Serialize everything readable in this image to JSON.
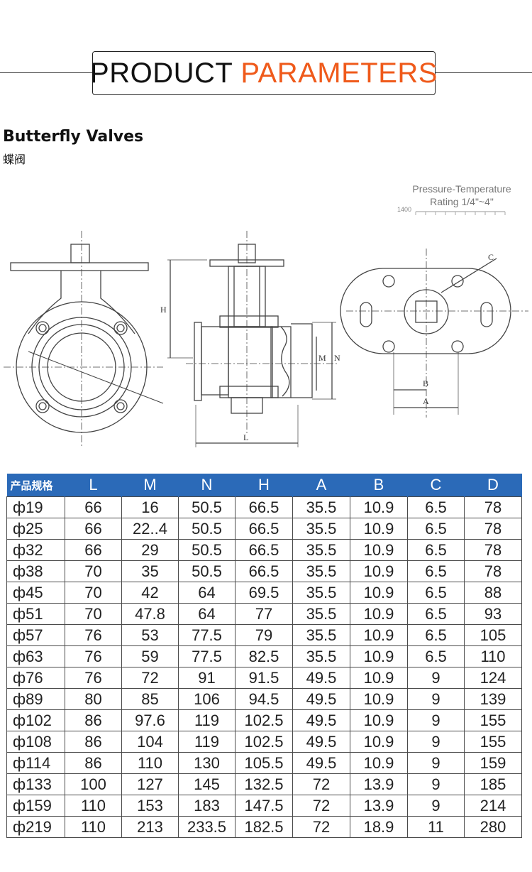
{
  "header": {
    "word1": "PRODUCT",
    "word2": "PARAMETERS",
    "accent": "#ef5a1b"
  },
  "product": {
    "title": "Butterfly Valves",
    "subtitle": "蝶阀"
  },
  "rating_chart": {
    "line1": "Pressure-Temperature",
    "line2": "Rating 1/4\"~4\"",
    "tick": "1400"
  },
  "drawing_labels": {
    "h": "H",
    "l": "L",
    "m": "M",
    "n": "N",
    "a": "A",
    "b": "B",
    "c": "C"
  },
  "table": {
    "header_color": "#2b6ab8",
    "columns": [
      "产品规格",
      "L",
      "M",
      "N",
      "H",
      "A",
      "B",
      "C",
      "D"
    ],
    "rows": [
      [
        "ф19",
        "66",
        "16",
        "50.5",
        "66.5",
        "35.5",
        "10.9",
        "6.5",
        "78"
      ],
      [
        "ф25",
        "66",
        "22..4",
        "50.5",
        "66.5",
        "35.5",
        "10.9",
        "6.5",
        "78"
      ],
      [
        "ф32",
        "66",
        "29",
        "50.5",
        "66.5",
        "35.5",
        "10.9",
        "6.5",
        "78"
      ],
      [
        "ф38",
        "70",
        "35",
        "50.5",
        "66.5",
        "35.5",
        "10.9",
        "6.5",
        "78"
      ],
      [
        "ф45",
        "70",
        "42",
        "64",
        "69.5",
        "35.5",
        "10.9",
        "6.5",
        "88"
      ],
      [
        "ф51",
        "70",
        "47.8",
        "64",
        "77",
        "35.5",
        "10.9",
        "6.5",
        "93"
      ],
      [
        "ф57",
        "76",
        "53",
        "77.5",
        "79",
        "35.5",
        "10.9",
        "6.5",
        "105"
      ],
      [
        "ф63",
        "76",
        "59",
        "77.5",
        "82.5",
        "35.5",
        "10.9",
        "6.5",
        "110"
      ],
      [
        "ф76",
        "76",
        "72",
        "91",
        "91.5",
        "49.5",
        "10.9",
        "9",
        "124"
      ],
      [
        "ф89",
        "80",
        "85",
        "106",
        "94.5",
        "49.5",
        "10.9",
        "9",
        "139"
      ],
      [
        "ф102",
        "86",
        "97.6",
        "119",
        "102.5",
        "49.5",
        "10.9",
        "9",
        "155"
      ],
      [
        "ф108",
        "86",
        "104",
        "119",
        "102.5",
        "49.5",
        "10.9",
        "9",
        "155"
      ],
      [
        "ф114",
        "86",
        "110",
        "130",
        "105.5",
        "49.5",
        "10.9",
        "9",
        "159"
      ],
      [
        "ф133",
        "100",
        "127",
        "145",
        "132.5",
        "72",
        "13.9",
        "9",
        "185"
      ],
      [
        "ф159",
        "110",
        "153",
        "183",
        "147.5",
        "72",
        "13.9",
        "9",
        "214"
      ],
      [
        "ф219",
        "110",
        "213",
        "233.5",
        "182.5",
        "72",
        "18.9",
        "11",
        "280"
      ]
    ]
  }
}
